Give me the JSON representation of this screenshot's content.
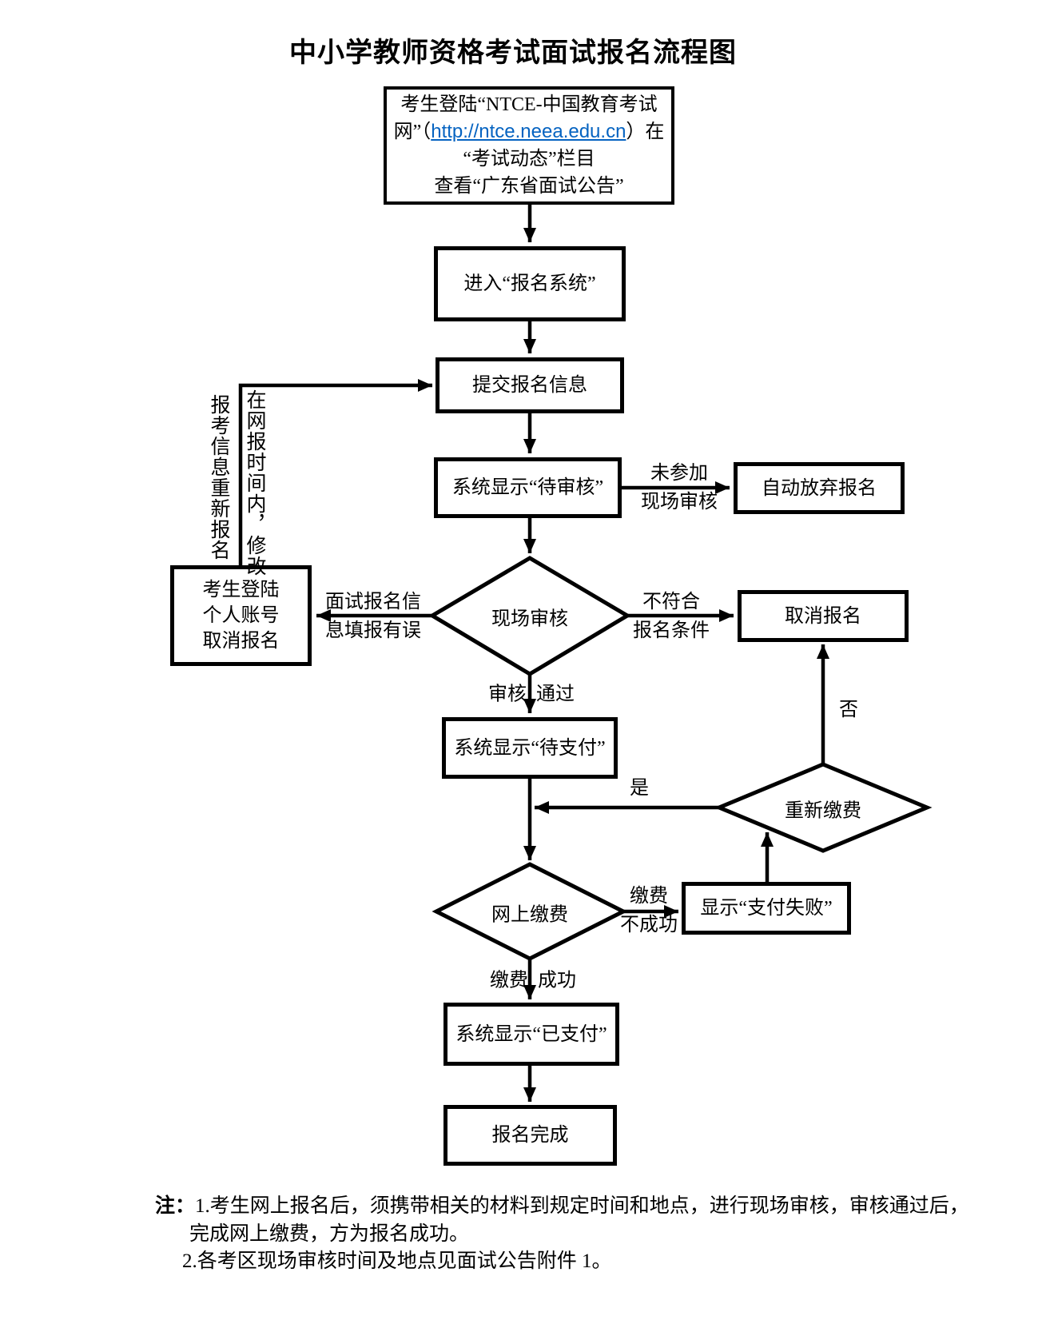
{
  "title": "中小学教师资格考试面试报名流程图",
  "flowchart": {
    "start": {
      "line1": "考生登陆“NTCE-中国教育考试",
      "line2_prefix": "网”（",
      "line2_link": "http://ntce.neea.edu.cn",
      "line2_suffix": "）在",
      "line3": "“考试动态”栏目",
      "line4": "查看“广东省面试公告”"
    },
    "nodes": {
      "enter_system": "进入“报名系统”",
      "submit_info": "提交报名信息",
      "pending_review": "系统显示“待审核”",
      "auto_abandon": "自动放弃报名",
      "onsite_review": "现场审核",
      "login_cancel": [
        "考生登陆",
        "个人账号",
        "取消报名"
      ],
      "cancel": "取消报名",
      "pending_pay": "系统显示“待支付”",
      "repay": "重新缴费",
      "online_pay": "网上缴费",
      "pay_fail": "显示“支付失败”",
      "paid": "系统显示“已支付”",
      "complete": "报名完成"
    },
    "labels": {
      "no_onsite_1": "未参加",
      "no_onsite_2": "现场审核",
      "wrong_info_1": "面试报名信",
      "wrong_info_2": "息填报有误",
      "not_qualified_1": "不符合",
      "not_qualified_2": "报名条件",
      "review_pass": [
        "审核",
        "通过"
      ],
      "pay_success": [
        "缴费",
        "成功"
      ],
      "pay_fail_1": "缴费",
      "pay_fail_2": "不成功",
      "yes": "是",
      "no": "否",
      "vertical_left": "报考信息重新报名",
      "vertical_right": "在网报时间内，修改"
    }
  },
  "notes": {
    "prefix": "注：",
    "line1": "1.考生网上报名后，须携带相关的材料到规定时间和地点，进行现场审核，审核通过后，",
    "line2": "完成网上缴费，方为报名成功。",
    "line3": "2.各考区现场审核时间及地点见面试公告附件 1。"
  },
  "colors": {
    "ink": "#000000",
    "background": "#ffffff",
    "link": "#0563c1"
  }
}
